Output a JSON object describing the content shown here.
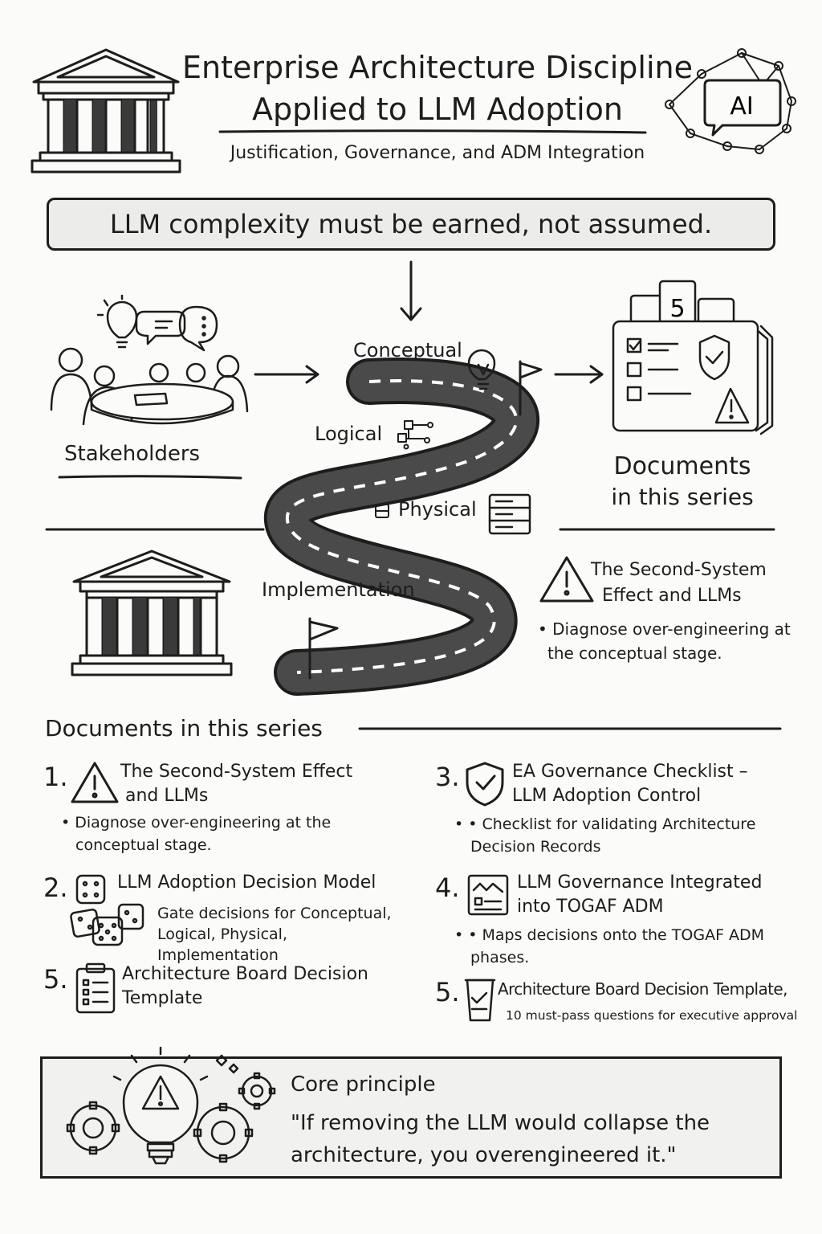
{
  "header": {
    "title_line1": "Enterprise Architecture Discipline",
    "title_line2": "Applied to LLM Adoption",
    "subtitle": "Justification, Governance, and ADM Integration",
    "ai_badge": "AI"
  },
  "banner": {
    "text": "LLM complexity must be earned, not assumed."
  },
  "flow": {
    "stakeholders_label": "Stakeholders",
    "documents_label_line1": "Documents",
    "documents_label_line2": "in this series",
    "doc_stack_number": "5",
    "stages": [
      "Conceptual",
      "Logical",
      "Physical",
      "Implementation"
    ],
    "callout_title_line1": "The Second-System",
    "callout_title_line2": "Effect and LLMs",
    "callout_desc_line1": "Diagnose over-engineering at",
    "callout_desc_line2": "the conceptual stage."
  },
  "documents": {
    "section_title": "Documents in this series",
    "items": [
      {
        "num": "1.",
        "title_line1": "The Second-System Effect",
        "title_line2": "and LLMs",
        "desc_line1": "• Diagnose over-engineering at the",
        "desc_line2": "conceptual stage.",
        "icon": "warning-icon"
      },
      {
        "num": "2.",
        "title_line1": "LLM Adoption Decision Model",
        "title_line2": "",
        "desc_line1": "Gate decisions for Conceptual,",
        "desc_line2": "Logical, Physical, Implementation",
        "icon": "dice-icon"
      },
      {
        "num": "5.",
        "title_line1": "Architecture Board Decision",
        "title_line2": "Template",
        "desc_line1": "",
        "desc_line2": "",
        "icon": "clipboard-icon"
      },
      {
        "num": "3.",
        "title_line1": "EA Governance Checklist –",
        "title_line2": "LLM Adoption Control",
        "desc_line1": "• Checklist for validating Architecture",
        "desc_line2": "Decision Records",
        "icon": "shield-check-icon"
      },
      {
        "num": "4.",
        "title_line1": "LLM Governance Integrated",
        "title_line2": "into TOGAF ADM",
        "desc_line1": "• Maps decisions onto the TOGAF ADM",
        "desc_line2": "phases.",
        "icon": "chart-document-icon"
      },
      {
        "num": "5.",
        "title_line1": "Architecture Board Decision Template,",
        "title_line2": "",
        "desc_line1": "10 must-pass questions for executive approval",
        "desc_line2": "",
        "icon": "cup-check-icon"
      }
    ]
  },
  "core": {
    "heading": "Core principle",
    "quote_line1": "\"If removing the LLM would collapse the",
    "quote_line2": "architecture, you overengineered it.\""
  }
}
